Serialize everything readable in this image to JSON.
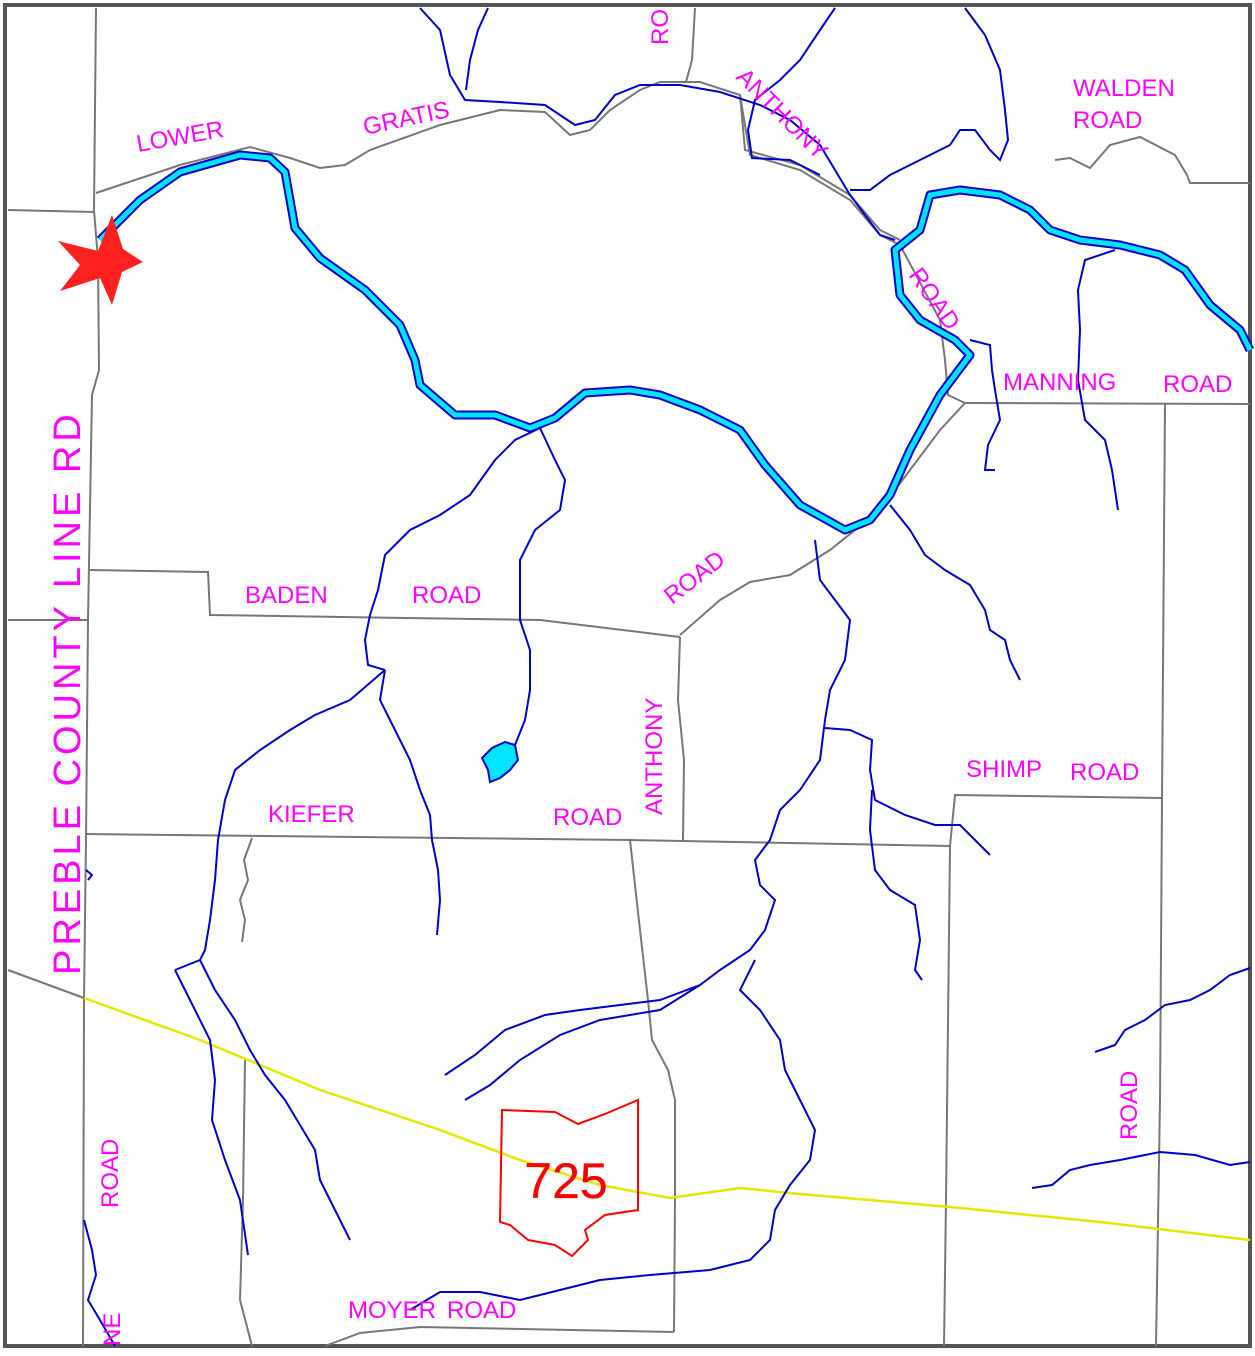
{
  "colors": {
    "road": "#777777",
    "stream": "#0000cc",
    "river": "#00e5ff",
    "label": "#ff00ff",
    "route_shield": "#ff0000",
    "highway": "#e6e600",
    "marker": "#ff0000"
  },
  "labels": {
    "lower": "LOWER",
    "gratis": "GRATIS",
    "ro": "RO",
    "anthony_north": "ANTHONY",
    "walden": "WALDEN",
    "walden_road": "ROAD",
    "road_northeast": "ROAD",
    "manning": "MANNING",
    "manning_road": "ROAD",
    "preble": "PREBLE COUNTY LINE RD",
    "baden": "BADEN",
    "baden_road": "ROAD",
    "road_diagonal": "ROAD",
    "anthony_vertical": "ANTHONY",
    "shimp": "SHIMP",
    "shimp_road": "ROAD",
    "kiefer": "KIEFER",
    "kiefer_road": "ROAD",
    "road_east_vertical": "ROAD",
    "road_west_vertical": "ROAD",
    "ne": "NE",
    "moyer": "MOYER",
    "moyer_road": "ROAD"
  },
  "route": {
    "number": "725",
    "icon": "ohio-state-route-shield-icon"
  },
  "marker": {
    "icon": "red-star-icon"
  }
}
